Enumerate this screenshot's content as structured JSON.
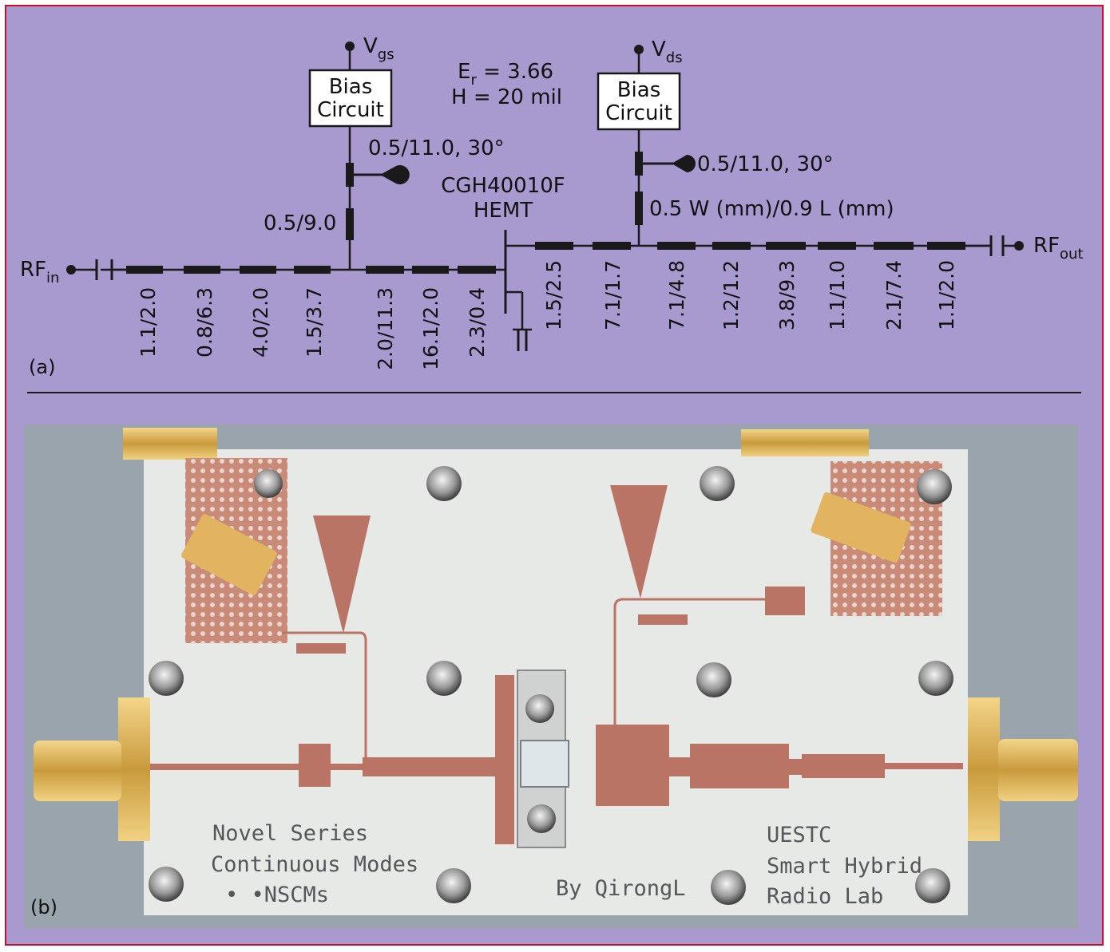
{
  "schematic": {
    "bias_left": {
      "line1": "Bias",
      "line2": "Circuit",
      "supply": "V",
      "supply_sub": "gs"
    },
    "bias_right": {
      "line1": "Bias",
      "line2": "Circuit",
      "supply": "V",
      "supply_sub": "ds"
    },
    "substrate": {
      "er_main": "E",
      "er_sub": "r",
      "er_value": " = 3.66",
      "height": "H = 20 mil"
    },
    "left_stub_label": "0.5/11.0, 30°",
    "right_stub_label": "0.5/11.0, 30°",
    "left_feed_label": "0.5/9.0",
    "right_feed_label": "0.5 W (mm)/0.9 L (mm)",
    "device": {
      "line1": "CGH40010F",
      "line2": "HEMT"
    },
    "rf_in": {
      "main": "RF",
      "sub": "in"
    },
    "rf_out": {
      "main": "RF",
      "sub": "out"
    },
    "segments": [
      "1.1/2.0",
      "0.8/6.3",
      "4.0/2.0",
      "1.5/3.7",
      "2.0/11.3",
      "16.1/2.0",
      "2.3/0.4",
      "1.5/2.5",
      "7.1/1.7",
      "7.1/4.8",
      "1.2/1.2",
      "3.8/9.3",
      "1.1/1.0",
      "2.1/7.4",
      "1.1/2.0"
    ],
    "panel_label": "(a)"
  },
  "photo": {
    "panel_label": "(b)",
    "silkscreen_left": [
      "Novel Series",
      "Continuous Modes",
      "• •NSCMs"
    ],
    "silkscreen_center": "By QirongL",
    "silkscreen_right": [
      "UESTC",
      "Smart Hybrid",
      "Radio Lab"
    ]
  }
}
